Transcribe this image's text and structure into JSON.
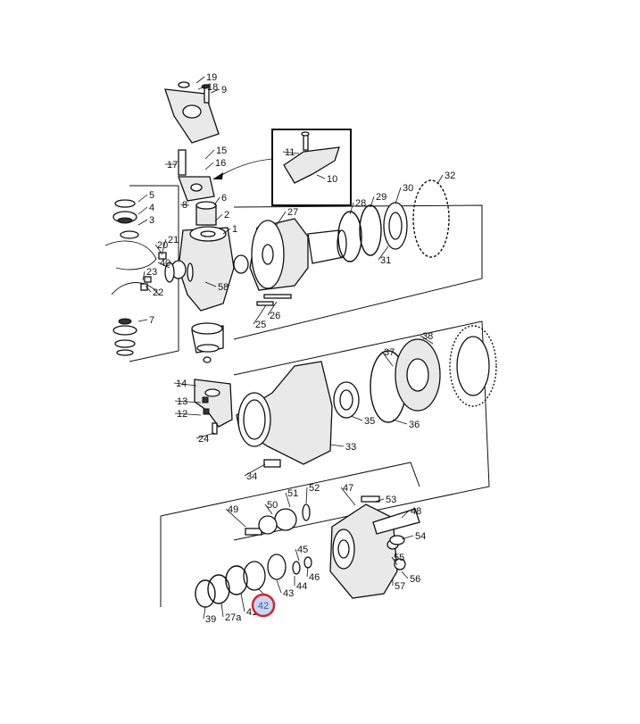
{
  "diagram": {
    "callout_labels": [
      "19",
      "18",
      "9",
      "15",
      "16",
      "17",
      "8",
      "6",
      "2",
      "1",
      "7",
      "5",
      "4",
      "3",
      "20",
      "21",
      "40",
      "22",
      "23",
      "58",
      "11",
      "10",
      "27",
      "28",
      "29",
      "30",
      "31",
      "32",
      "25",
      "26",
      "14",
      "13",
      "12",
      "24",
      "34",
      "33",
      "35",
      "36",
      "37",
      "38",
      "49",
      "50",
      "51",
      "52",
      "47",
      "53",
      "48",
      "54",
      "45",
      "46",
      "44",
      "43",
      "55",
      "56",
      "57",
      "41",
      "27a",
      "39"
    ],
    "highlighted_callout": "42",
    "highlight_color": "#d8232a",
    "highlight_fill": "#c9d6f2",
    "highlight_text_color": "#2f5aa8"
  }
}
